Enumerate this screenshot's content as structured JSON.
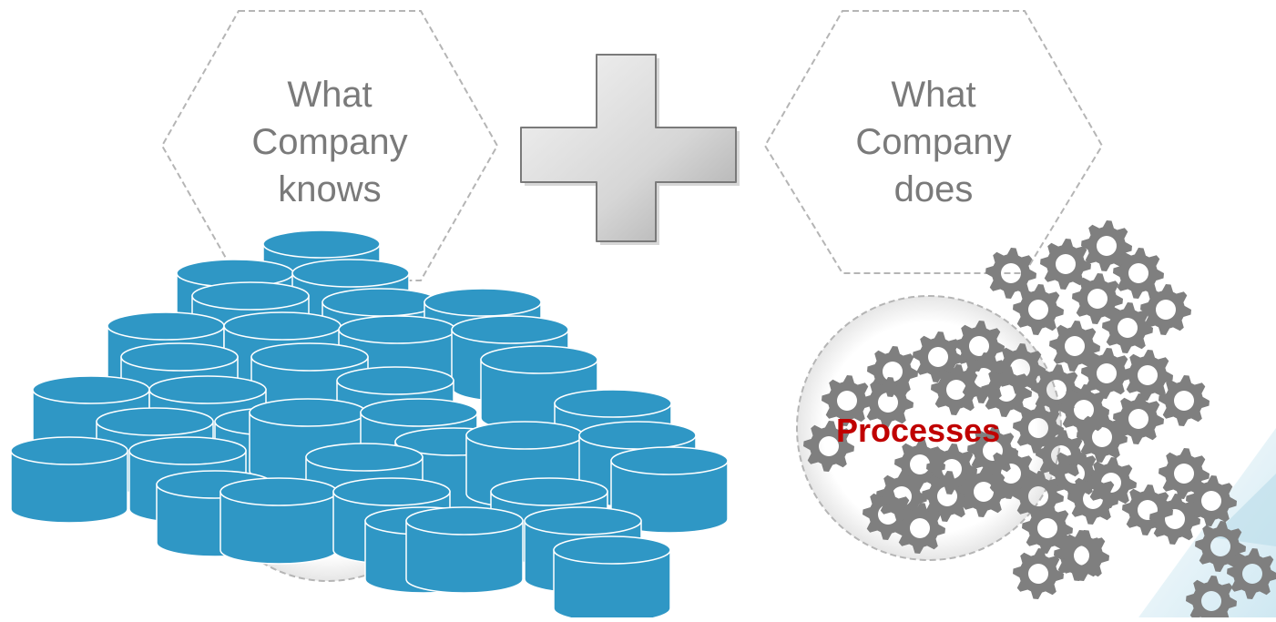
{
  "left_hexagon": {
    "line1": "What",
    "line2": "Company",
    "line3": "knows"
  },
  "right_hexagon": {
    "line1": "What",
    "line2": "Company",
    "line3": "does"
  },
  "left_circle": {
    "label": ""
  },
  "right_circle": {
    "label": "Processes"
  },
  "operator": {
    "symbol": "plus"
  },
  "colors": {
    "database_fill": "#2f97c5",
    "database_stroke": "#ffffff",
    "gear_fill": "#7f7f7f",
    "hex_stroke": "#b5b5b5",
    "hex_text": "#7a7a7a",
    "circle_text": "#c00000",
    "plus_fill": "#d8d8d8",
    "plus_stroke": "#7a7a7a",
    "corner_accent": "#cfe8f2"
  },
  "icons": {
    "data_store": "database-cylinder-icon",
    "process": "gear-icon"
  }
}
